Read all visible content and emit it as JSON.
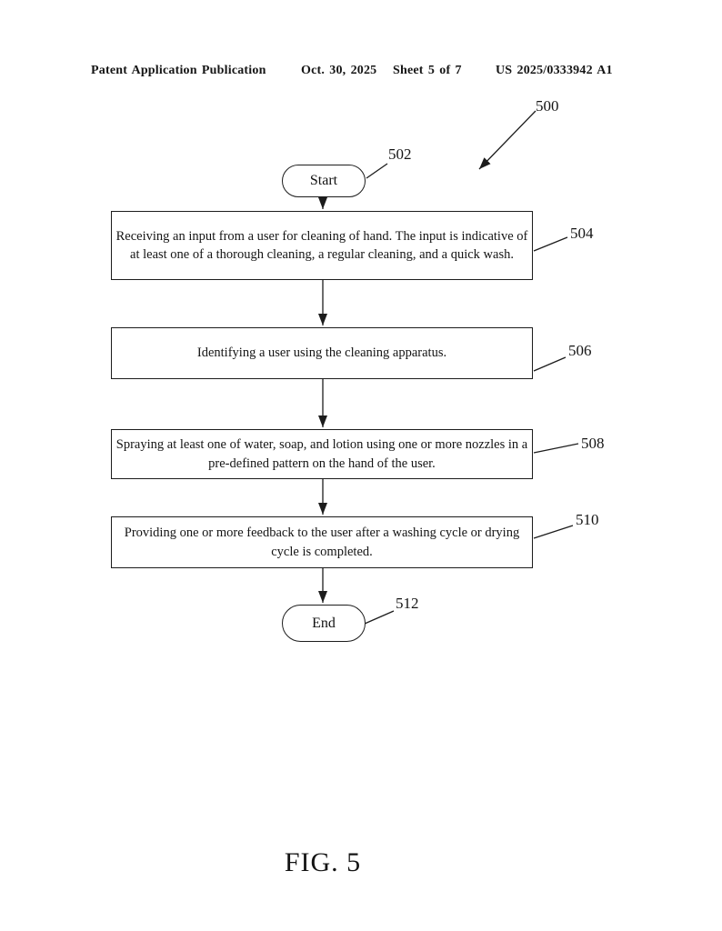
{
  "header": {
    "publication": "Patent Application Publication",
    "date": "Oct. 30, 2025",
    "sheet": "Sheet 5 of 7",
    "patent_number": "US 2025/0333942 A1"
  },
  "figure": {
    "label": "FIG. 5",
    "reference_label": "500",
    "nodes": [
      {
        "id": "502",
        "type": "terminator",
        "text": "Start"
      },
      {
        "id": "504",
        "type": "process",
        "text": "Receiving an input from a user for cleaning of hand. The input is indicative of at least one of a thorough cleaning, a regular cleaning, and a quick wash."
      },
      {
        "id": "506",
        "type": "process",
        "text": "Identifying a user using the cleaning apparatus."
      },
      {
        "id": "508",
        "type": "process",
        "text": "Spraying at least one of water, soap, and lotion using one or more nozzles in a pre-defined pattern on the hand of the user."
      },
      {
        "id": "510",
        "type": "process",
        "text": "Providing one or more feedback to the user after a washing cycle or drying cycle is completed."
      },
      {
        "id": "512",
        "type": "terminator",
        "text": "End"
      }
    ]
  }
}
